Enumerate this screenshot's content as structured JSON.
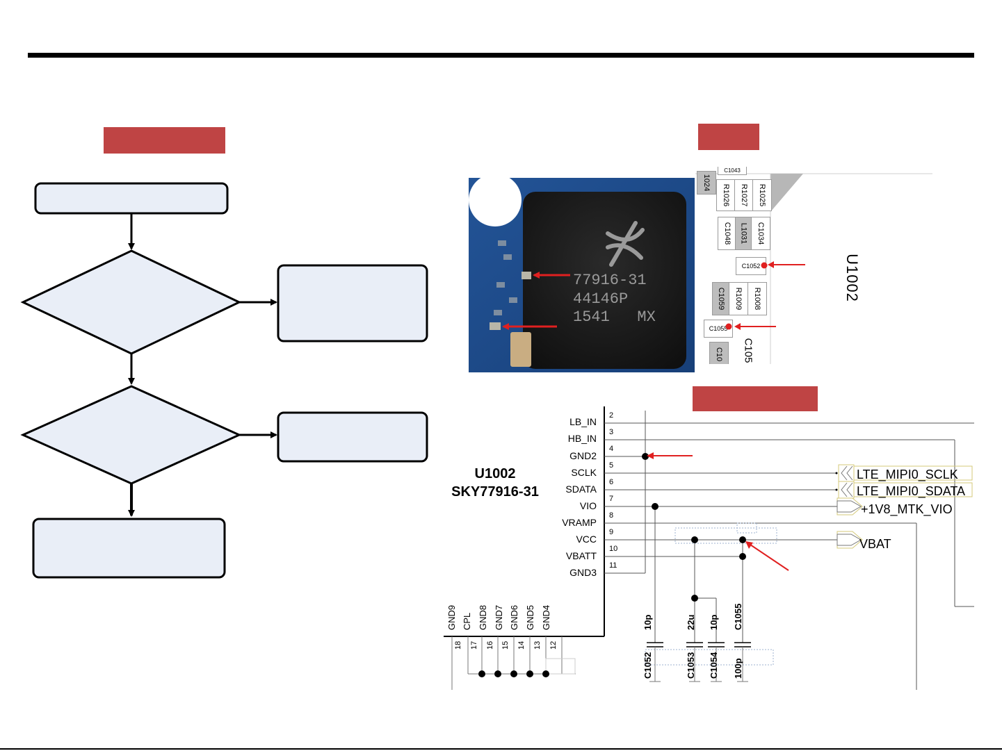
{
  "schematic": {
    "part_ref": "U1002",
    "part_name": "SKY77916-31",
    "chip_marking": [
      "77916-31",
      "44146P",
      "1541   MX"
    ],
    "pcb_silk_label": "U1002",
    "pins_left": [
      {
        "num": "2",
        "name": "LB_IN"
      },
      {
        "num": "3",
        "name": "HB_IN"
      },
      {
        "num": "4",
        "name": "GND2"
      },
      {
        "num": "5",
        "name": "SCLK"
      },
      {
        "num": "6",
        "name": "SDATA"
      },
      {
        "num": "7",
        "name": "VIO"
      },
      {
        "num": "8",
        "name": "VRAMP"
      },
      {
        "num": "9",
        "name": "VCC"
      },
      {
        "num": "10",
        "name": "VBATT"
      },
      {
        "num": "11",
        "name": "GND3"
      }
    ],
    "pins_bottom": [
      {
        "num": "18",
        "name": "GND9"
      },
      {
        "num": "17",
        "name": "CPL"
      },
      {
        "num": "16",
        "name": "GND8"
      },
      {
        "num": "15",
        "name": "GND7"
      },
      {
        "num": "14",
        "name": "GND6"
      },
      {
        "num": "13",
        "name": "GND5"
      },
      {
        "num": "12",
        "name": "GND4"
      }
    ],
    "nets": [
      "LTE_MIPI0_SCLK",
      "LTE_MIPI0_SDATA",
      "+1V8_MTK_VIO",
      "VBAT"
    ],
    "capacitors": [
      {
        "ref": "C1052",
        "value": "10p"
      },
      {
        "ref": "C1053",
        "value": "22u"
      },
      {
        "ref": "C1054",
        "value": "10p"
      },
      {
        "ref": "C1055",
        "value": "100p"
      }
    ]
  },
  "pcb_components": [
    {
      "ref": "C1043",
      "gray": false
    },
    {
      "ref": "1024",
      "gray": true
    },
    {
      "ref": "R1026",
      "gray": false
    },
    {
      "ref": "R1027",
      "gray": false
    },
    {
      "ref": "R1025",
      "gray": false
    },
    {
      "ref": "C1048",
      "gray": false
    },
    {
      "ref": "L1031",
      "gray": true
    },
    {
      "ref": "C1034",
      "gray": false
    },
    {
      "ref": "C1052",
      "gray": false
    },
    {
      "ref": "C1059",
      "gray": true
    },
    {
      "ref": "R1009",
      "gray": false
    },
    {
      "ref": "R1008",
      "gray": false
    },
    {
      "ref": "C1055",
      "gray": false
    },
    {
      "ref": "C105",
      "gray": false
    },
    {
      "ref": "C10",
      "gray": true
    }
  ],
  "colors": {
    "header_bar": "#bf4444",
    "flow_fill": "#e9eef7",
    "marker": "#e02020",
    "board": "#1b4a86"
  }
}
